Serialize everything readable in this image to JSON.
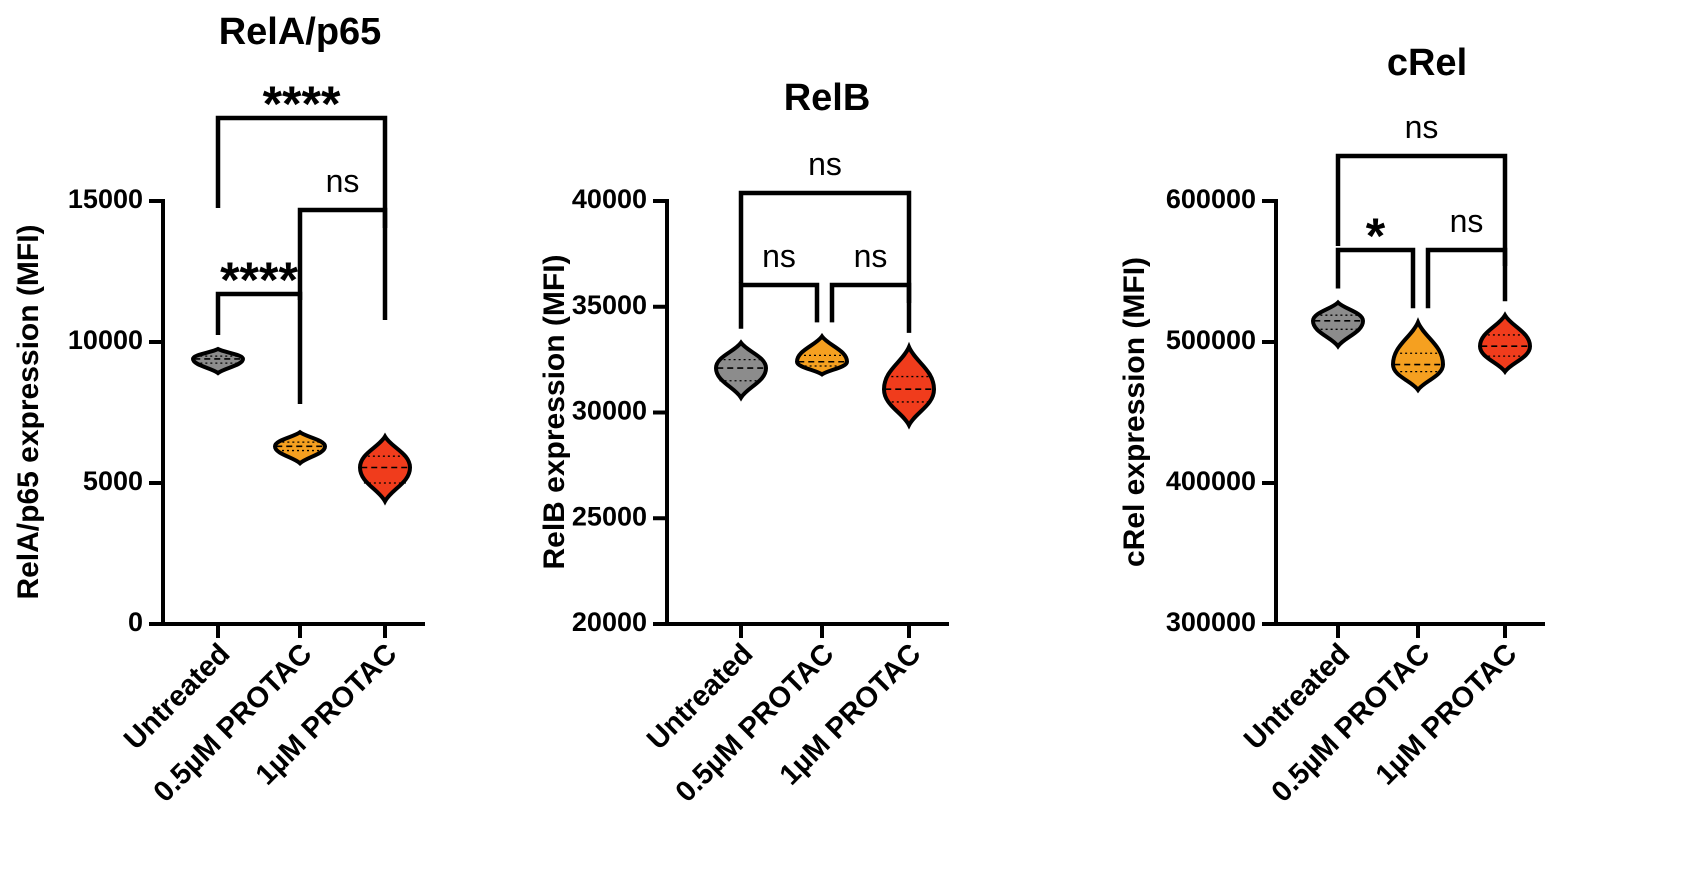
{
  "chart_data": [
    {
      "type": "violin",
      "title": "RelA/p65",
      "ylabel": "RelA/p65 expression (MFI)",
      "ylim": [
        0,
        15000
      ],
      "yticks": [
        0,
        5000,
        10000,
        15000
      ],
      "yticklabels": [
        "0",
        "5000",
        "10000",
        "15000"
      ],
      "categories": [
        "Untreated",
        "0.5µM PROTAC",
        "1µM PROTAC"
      ],
      "colors": [
        "#8c8c8c",
        "#f5a020",
        "#f03c1c"
      ],
      "violins": [
        {
          "min": 8900,
          "q1": 9250,
          "median": 9400,
          "q3": 9500,
          "max": 9750
        },
        {
          "min": 5700,
          "q1": 6150,
          "median": 6300,
          "q3": 6450,
          "max": 6800
        },
        {
          "min": 4350,
          "q1": 5000,
          "median": 5550,
          "q3": 5950,
          "max": 6650
        }
      ],
      "comparisons": [
        {
          "groups": [
            0,
            2
          ],
          "label": "****"
        },
        {
          "groups": [
            1,
            2
          ],
          "label": "ns"
        },
        {
          "groups": [
            0,
            1
          ],
          "label": "****"
        }
      ]
    },
    {
      "type": "violin",
      "title": "RelB",
      "ylabel": "RelB expression (MFI)",
      "ylim": [
        20000,
        40000
      ],
      "yticks": [
        20000,
        25000,
        30000,
        35000,
        40000
      ],
      "yticklabels": [
        "20000",
        "25000",
        "30000",
        "35000",
        "40000"
      ],
      "categories": [
        "Untreated",
        "0.5µM PROTAC",
        "1µM PROTAC"
      ],
      "colors": [
        "#8c8c8c",
        "#f5a020",
        "#f03c1c"
      ],
      "violins": [
        {
          "min": 30700,
          "q1": 31500,
          "median": 32100,
          "q3": 32500,
          "max": 33300
        },
        {
          "min": 31800,
          "q1": 32200,
          "median": 32400,
          "q3": 32700,
          "max": 33600
        },
        {
          "min": 29400,
          "q1": 30500,
          "median": 31100,
          "q3": 31700,
          "max": 33100
        }
      ],
      "comparisons": [
        {
          "groups": [
            0,
            2
          ],
          "label": "ns"
        },
        {
          "groups": [
            0,
            1
          ],
          "label": "ns"
        },
        {
          "groups": [
            1,
            2
          ],
          "label": "ns"
        }
      ]
    },
    {
      "type": "violin",
      "title": "cRel",
      "ylabel": "cRel expression (MFI)",
      "ylim": [
        300000,
        600000
      ],
      "yticks": [
        300000,
        400000,
        500000,
        600000
      ],
      "yticklabels": [
        "300000",
        "400000",
        "500000",
        "600000"
      ],
      "categories": [
        "Untreated",
        "0.5µM PROTAC",
        "1µM PROTAC"
      ],
      "colors": [
        "#8c8c8c",
        "#f5a020",
        "#f03c1c"
      ],
      "violins": [
        {
          "min": 497000,
          "q1": 509000,
          "median": 515000,
          "q3": 519000,
          "max": 528000
        },
        {
          "min": 466000,
          "q1": 479000,
          "median": 484000,
          "q3": 492000,
          "max": 514000
        },
        {
          "min": 479000,
          "q1": 490000,
          "median": 497000,
          "q3": 505000,
          "max": 519000
        }
      ],
      "comparisons": [
        {
          "groups": [
            0,
            2
          ],
          "label": "ns"
        },
        {
          "groups": [
            0,
            1
          ],
          "label": "*"
        },
        {
          "groups": [
            1,
            2
          ],
          "label": "ns"
        }
      ]
    }
  ]
}
